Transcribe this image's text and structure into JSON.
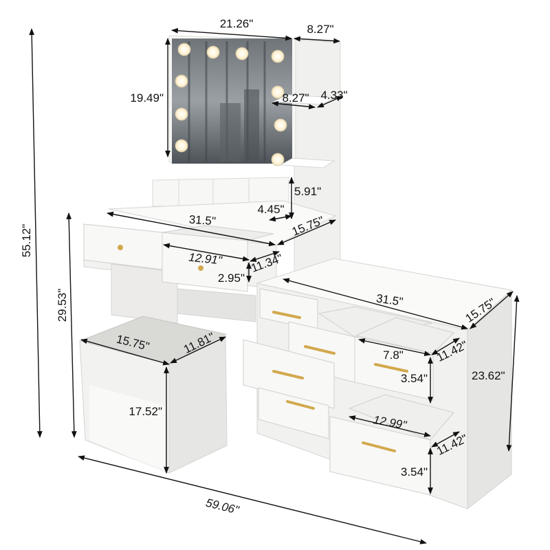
{
  "dimensions": {
    "total_height": "55.12\"",
    "desk_height": "29.53\"",
    "total_width": "59.06\"",
    "mirror_width": "21.26\"",
    "mirror_height": "19.49\"",
    "side_cabinet_width": "8.27\"",
    "shelf_width": "8.27\"",
    "shelf_depth": "4.33\"",
    "organizer_height": "5.91\"",
    "organizer_depth": "4.45\"",
    "desk_top_width": "31.5\"",
    "desk_top_depth": "15.75\"",
    "top_drawer_width": "12.91\"",
    "top_drawer_depth": "11.34\"",
    "top_drawer_height": "2.95\"",
    "cabinet_top_width": "31.5\"",
    "cabinet_top_depth": "15.75\"",
    "cabinet_height": "23.62\"",
    "small_drawer_width": "7.8\"",
    "small_drawer_depth": "11.42\"",
    "small_drawer_height": "3.54\"",
    "large_drawer_width": "12.99\"",
    "large_drawer_depth": "11.42\"",
    "large_drawer_height": "3.54\"",
    "stool_width": "15.75\"",
    "stool_depth": "11.81\"",
    "stool_height": "17.52\""
  },
  "colors": {
    "furniture": "#f4f4f3",
    "shadow": "#e2e2e0",
    "handle": "#d2a94e",
    "cushion": "#d9d9d6",
    "bulb": "#fff6df",
    "mirror_glass": "#7f8488"
  }
}
